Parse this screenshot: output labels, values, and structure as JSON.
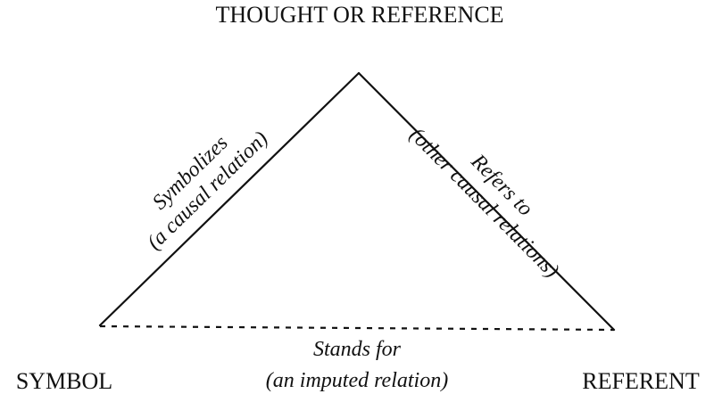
{
  "nodes": {
    "apex": "THOUGHT OR REFERENCE",
    "left": "SYMBOL",
    "right": "REFERENT"
  },
  "edges": {
    "left": {
      "line1": "Symbolizes",
      "line2": "(a causal relation)"
    },
    "right": {
      "line1": "Refers to",
      "line2": "(other causal relations)"
    },
    "base": {
      "line1": "Stands for",
      "line2": "(an imputed relation)"
    }
  }
}
